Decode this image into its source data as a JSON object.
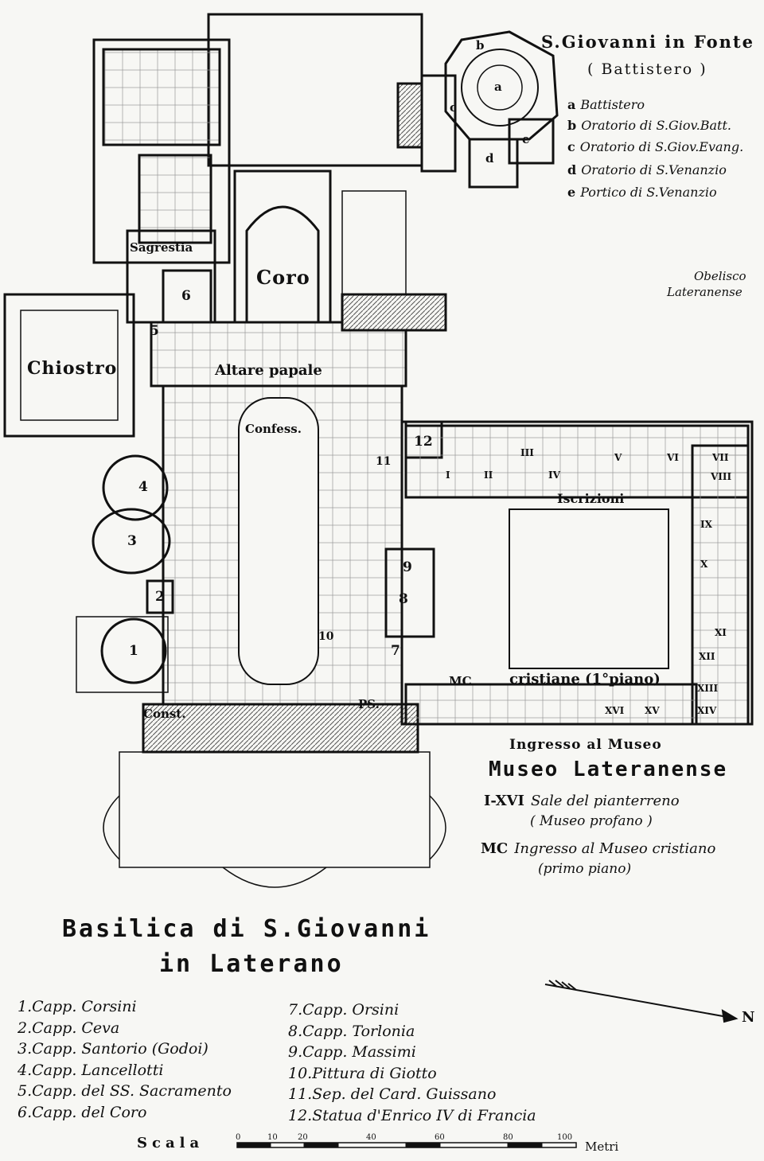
{
  "map": {
    "title_line1": "Basilica di S.Giovanni",
    "title_line2": "in Laterano",
    "rooms": {
      "chiostro": "Chiostro",
      "coro": "Coro",
      "sagrestia": "Sagrestia",
      "altare": "Altare papale",
      "confess": "Confess.",
      "const": "Const.",
      "ps": "PS.",
      "iscrizioni": "Iscrizioni",
      "cristiane": "cristiane (1°piano)",
      "mc": "MC",
      "ingresso": "Ingresso al Museo",
      "obelisco_1": "Obelisco",
      "obelisco_2": "Lateranense"
    },
    "chapel_numbers": [
      "1",
      "2",
      "3",
      "4",
      "5",
      "6",
      "7",
      "8",
      "9",
      "10",
      "11",
      "12"
    ],
    "baptistery_letters": [
      "a",
      "b",
      "c",
      "d",
      "e"
    ],
    "museum_rooms": [
      "I",
      "II",
      "III",
      "IV",
      "V",
      "VI",
      "VII",
      "VIII",
      "IX",
      "X",
      "XI",
      "XII",
      "XIII",
      "XIV",
      "XV",
      "XVI"
    ],
    "north_label": "N"
  },
  "baptistery": {
    "title": "S.Giovanni in Fonte",
    "subtitle": "( Battistero )",
    "items": [
      {
        "key": "a",
        "label": "Battistero"
      },
      {
        "key": "b",
        "label": "Oratorio di S.Giov.Batt."
      },
      {
        "key": "c",
        "label": "Oratorio di S.Giov.Evang."
      },
      {
        "key": "d",
        "label": "Oratorio di S.Venanzio"
      },
      {
        "key": "e",
        "label": "Portico di S.Venanzio"
      }
    ]
  },
  "museo": {
    "title": "Museo Lateranense",
    "line1_key": "I-XVI",
    "line1_text": "Sale del pianterreno",
    "line1_sub": "( Museo profano )",
    "line2_key": "MC",
    "line2_text": "Ingresso al Museo cristiano",
    "line2_sub": "(primo piano)"
  },
  "legend": {
    "left": [
      "1.Capp. Corsini",
      "2.Capp. Ceva",
      "3.Capp. Santorio (Godoi)",
      "4.Capp. Lancellotti",
      "5.Capp. del SS. Sacramento",
      "6.Capp. del Coro"
    ],
    "right": [
      "7.Capp. Orsini",
      "8.Capp. Torlonia",
      "9.Capp. Massimi",
      "10.Pittura di Giotto",
      "11.Sep. del Card. Guissano",
      "12.Statua d'Enrico IV di Francia"
    ]
  },
  "scale": {
    "label": "Scala",
    "ticks": [
      "0",
      "10",
      "20",
      "40",
      "60",
      "80",
      "100"
    ],
    "unit": "Metri"
  },
  "colors": {
    "ink": "#111111",
    "paper": "#f7f7f4"
  }
}
